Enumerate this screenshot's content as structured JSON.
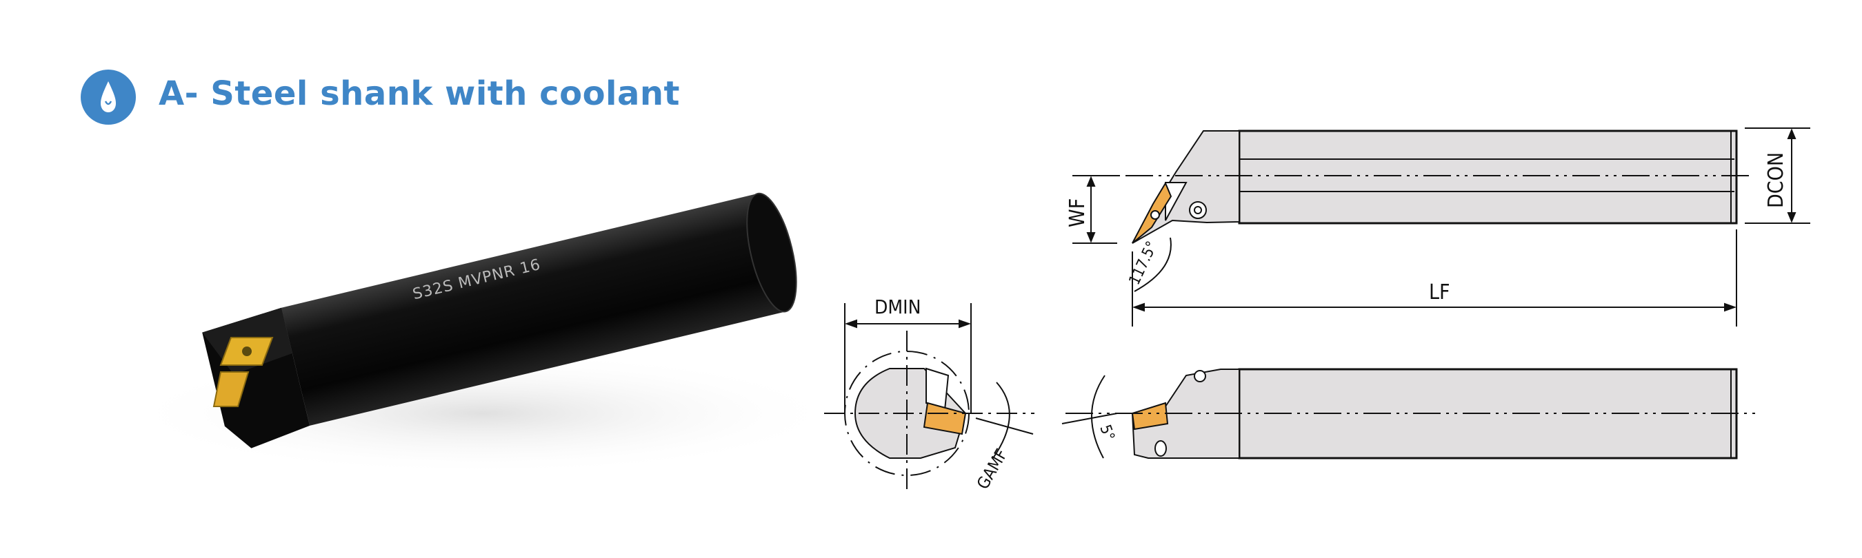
{
  "header": {
    "title": "A- Steel shank with coolant",
    "icon": "water-drop-icon",
    "accent_color": "#3f86c7"
  },
  "product_photo": {
    "engraving": "S32S  MVPNR  16",
    "insert_color": "#e3b12a"
  },
  "drawing": {
    "labels": {
      "dmin": "DMIN",
      "lf": "LF",
      "wf": "WF",
      "dcon": "DCON",
      "gamf": "GAMF",
      "angle_main": "117.5°",
      "angle_side": "5°"
    },
    "insert_color": "#efab4a",
    "body_color": "#e1dfe0"
  }
}
